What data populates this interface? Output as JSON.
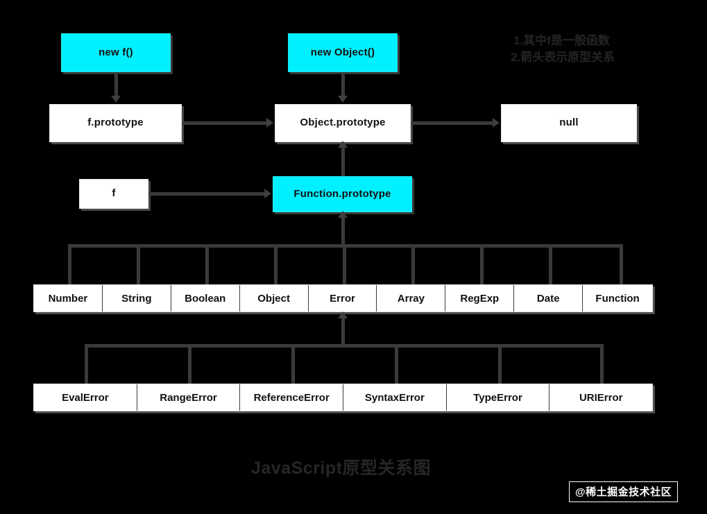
{
  "diagram": {
    "title": "JavaScript原型关系图",
    "background_color": "#000000",
    "accent_color": "#00f0ff",
    "box_color": "#ffffff",
    "connector_color": "#3a3a3a",
    "notes": [
      "1.其中f是一般函数",
      "2.箭头表示原型关系"
    ],
    "watermark": "@稀土掘金技术社区",
    "nodes": {
      "new_f": "new f()",
      "new_object": "new Object()",
      "f_prototype": "f.prototype",
      "object_prototype": "Object.prototype",
      "null_node": "null",
      "f": "f",
      "function_prototype": "Function.prototype"
    },
    "builtins_row": [
      "Number",
      "String",
      "Boolean",
      "Object",
      "Error",
      "Array",
      "RegExp",
      "Date",
      "Function"
    ],
    "errors_row": [
      "EvalError",
      "RangeError",
      "ReferenceError",
      "SyntaxError",
      "TypeError",
      "URIError"
    ]
  }
}
